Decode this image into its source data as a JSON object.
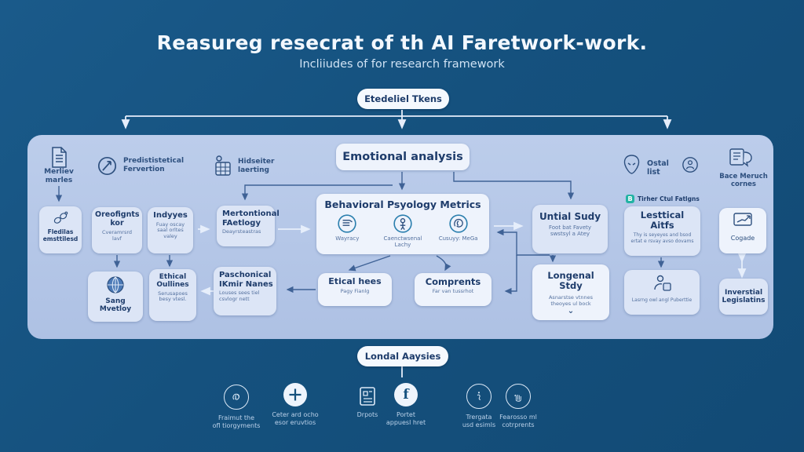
{
  "colors": {
    "background": "#15517e",
    "panel": "#b5c7e8",
    "card": "#dce5f6",
    "card_light": "#eef3fc",
    "text_dark": "#1e3c6b",
    "text_sub": "#54719f",
    "arrow_light": "#e6eefb",
    "arrow_dark": "#3f6296",
    "accent_teal": "#23b3a4"
  },
  "header": {
    "title": "Reasureg resecrat of th AI Faretwork-work.",
    "subtitle": "Incliiudes of for research framework"
  },
  "top_badge": {
    "label": "Etedeliel Tkens"
  },
  "bottom_badge": {
    "label": "Londal Aaysies"
  },
  "panel": {
    "header_card": {
      "label": "Emotional analysis"
    },
    "icon_labels": {
      "document": "Merliev\nmarles",
      "compass": "Predististetical\nFervertion",
      "person_box": "Hidseiter\nlaerting",
      "alien": "Ostal list",
      "chat_doc": "Bace Meruch\ncornes"
    },
    "cards": {
      "fledilas": {
        "title": "Fledilas\nemsttilesd"
      },
      "oreofignts": {
        "title": "Oreofignts\nkor",
        "sub": "Cveramrsrd\nlavf"
      },
      "indyyes": {
        "title": "Indyyes",
        "sub": "Fuay oscay\nsaal orltes\nvaley"
      },
      "metertional": {
        "title": "Mertontional\nFAetlogy",
        "sub": "Deayrsteastras"
      },
      "behavioral": {
        "title": "Behavioral Psyology Metrics",
        "items": [
          {
            "icon": "layers-circle-icon",
            "label": "Wayracy"
          },
          {
            "icon": "person-circle-icon",
            "label": "Caenctwsenal\nLachy"
          },
          {
            "icon": "brain-circle-icon",
            "label": "Cusuyy: MeGa"
          }
        ]
      },
      "untial": {
        "title": "Untial Sudy",
        "sub": "Foot bat Favety\nswstsyl a Atey"
      },
      "lesttical": {
        "badge_b": "B",
        "badge_label": "Tirher Ctul Fatlgns",
        "title": "Lesttical\nAitfs",
        "sub": "Thy is seyeyes and bsod\nertat e rsvay avso dovams"
      },
      "cogade": {
        "title": "Cogade"
      },
      "inverstial": {
        "title": "Inverstial\nLegislatins"
      },
      "sang": {
        "title": "Sang\nMvetloy"
      },
      "ethical_oullines": {
        "title": "Ethical\nOullines",
        "sub": "Serusapoes\nbesy vtesl."
      },
      "paschonical": {
        "title": "Paschonical\nIKmir Nanes",
        "sub": "Louses sees tiel\ncsvlogr nett"
      },
      "etical_hees": {
        "title": "Etical hees",
        "sub": "Pagy Fianlg"
      },
      "comprents": {
        "title": "Comprents",
        "sub": "Far van tussrhot"
      },
      "longenal": {
        "title": "Longenal Stdy",
        "sub": "Asnarstse vtnnes\ntheoyes ul bock",
        "chevron": "⌄"
      },
      "person_card": {
        "caption": "Lasrng owl angl Puberttie"
      }
    }
  },
  "footer": {
    "items": [
      {
        "icon": "brain-circle-icon",
        "label": "Fraimut the\nofl tiorgyments"
      },
      {
        "icon": "pie-cross-icon",
        "label": "Ceter ard ocho\nesor eruvtios"
      },
      {
        "icon": "news-doc-icon",
        "label": "Drpots"
      },
      {
        "icon": "facebook-icon",
        "label": "Portet\nappuesl hret"
      },
      {
        "icon": "info-circle-icon",
        "label": "Trergata\nusd esimls"
      },
      {
        "icon": "hand-circle-icon",
        "label": "Fearosso ml\ncotrprents"
      }
    ]
  }
}
